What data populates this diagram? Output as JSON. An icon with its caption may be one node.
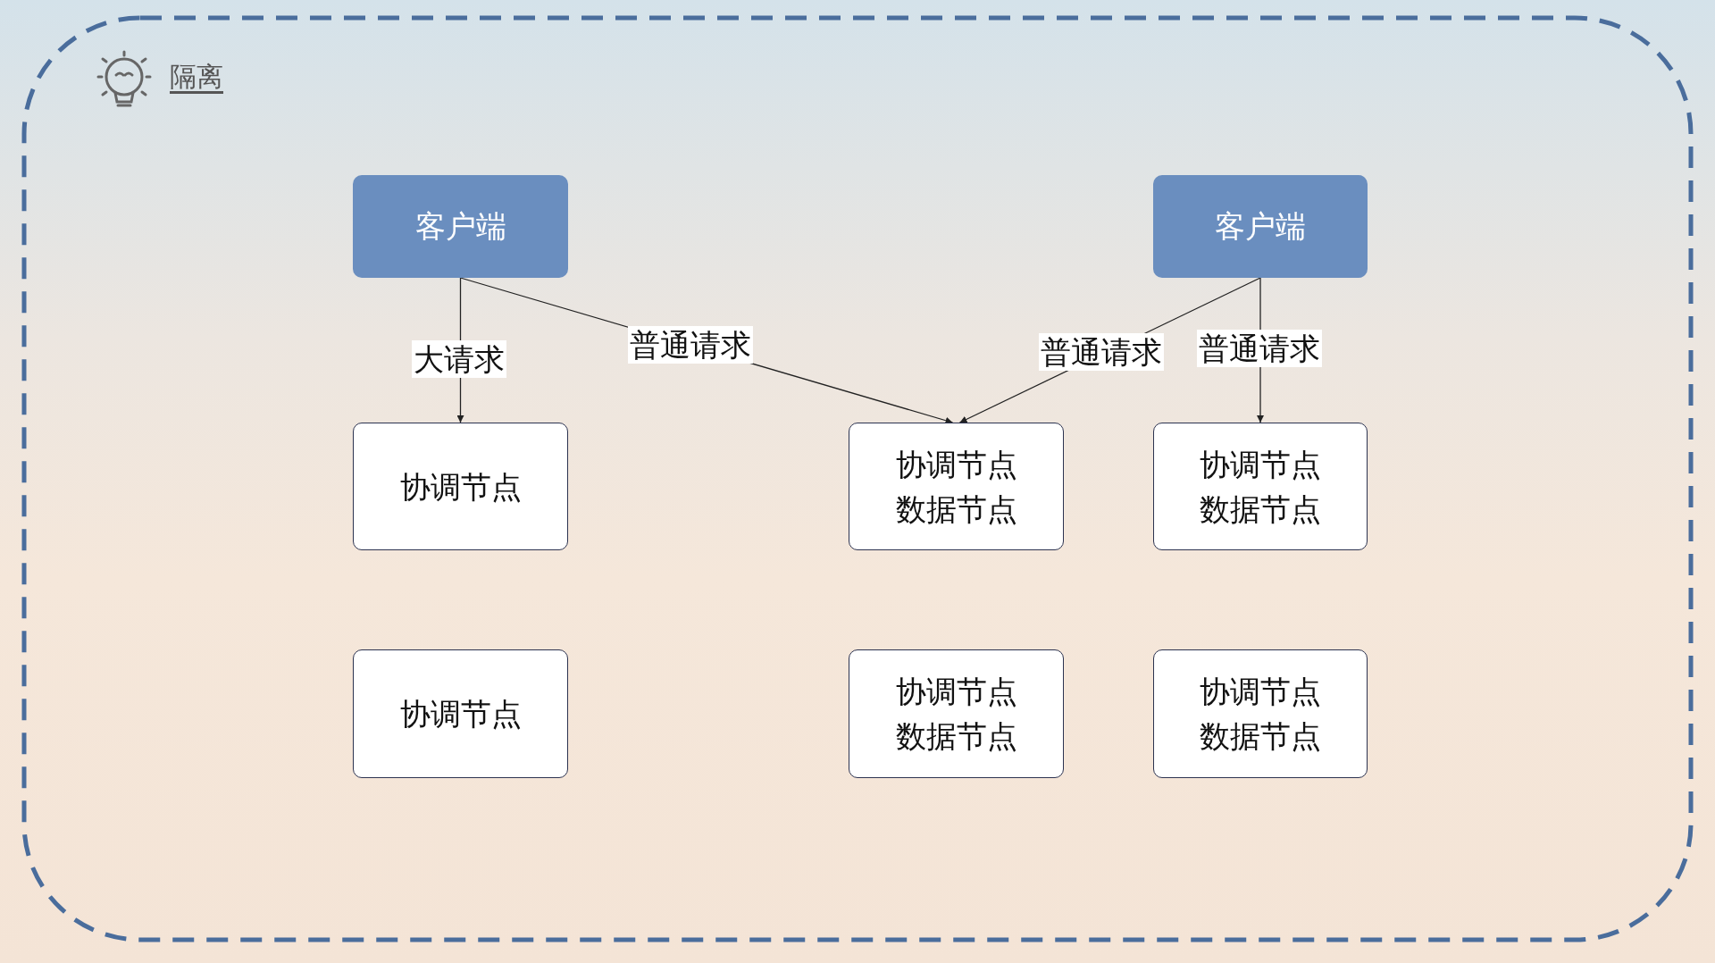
{
  "diagram": {
    "title": "隔离",
    "nodes": [
      {
        "text": [
          "客户端"
        ]
      },
      {
        "text": [
          "客户端"
        ]
      },
      {
        "text": [
          "协调节点"
        ]
      },
      {
        "text": [
          "协调节点",
          "数据节点"
        ]
      },
      {
        "text": [
          "协调节点",
          "数据节点"
        ]
      },
      {
        "text": [
          "协调节点"
        ]
      },
      {
        "text": [
          "协调节点",
          "数据节点"
        ]
      },
      {
        "text": [
          "协调节点",
          "数据节点"
        ]
      }
    ],
    "edges": [
      {
        "from": 0,
        "to": 2,
        "arrow": "to",
        "label": "大请求"
      },
      {
        "from": 0,
        "to": 3,
        "arrow": "to",
        "label": "普通请求"
      },
      {
        "from": 1,
        "to": 3,
        "arrow": "to",
        "label": "普通请求"
      },
      {
        "from": 1,
        "to": 4,
        "arrow": "to",
        "label": "普通请求"
      }
    ]
  }
}
